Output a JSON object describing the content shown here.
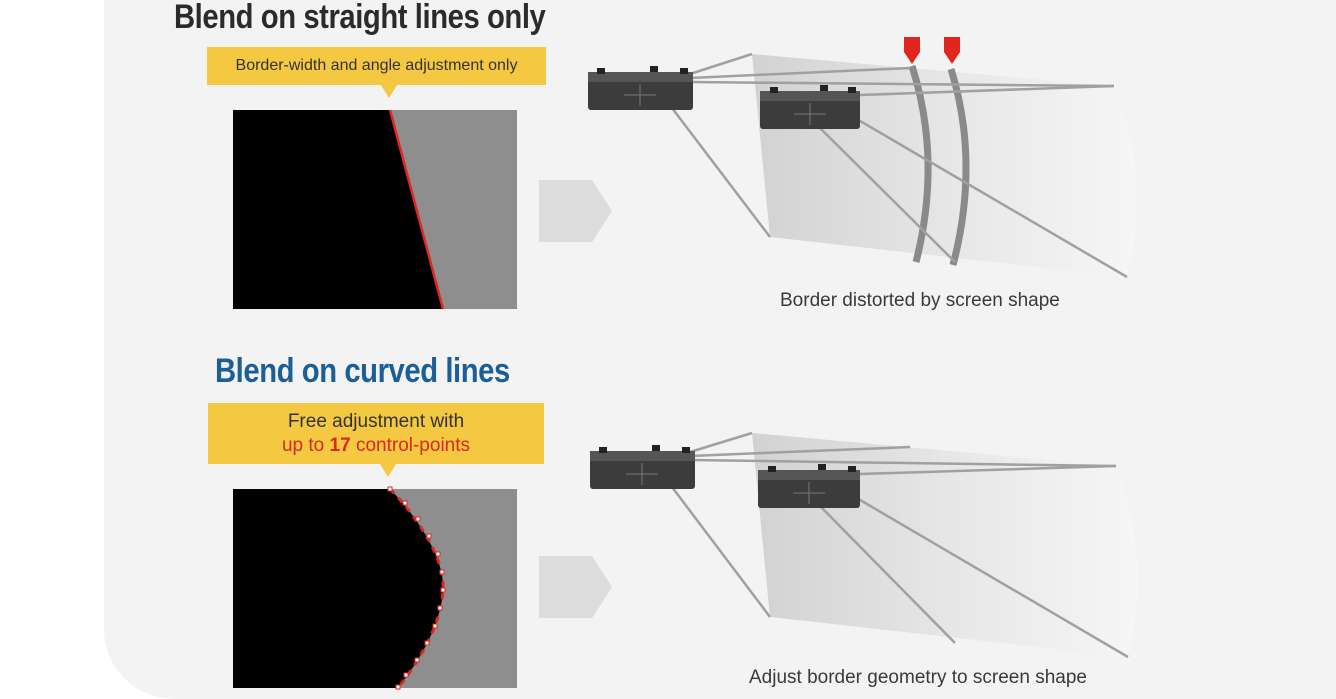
{
  "top": {
    "title": "Blend on straight lines only",
    "callout": "Border-width and angle adjustment only",
    "caption": "Border distorted by screen shape"
  },
  "bottom": {
    "title": "Blend on curved lines",
    "callout_line1": "Free adjustment with",
    "callout_line2_prefix": "up to ",
    "callout_line2_number": "17",
    "callout_line2_suffix": " control-points",
    "caption": "Adjust border geometry to screen shape"
  },
  "colors": {
    "title_dark": "#2b2b2b",
    "title_blue": "#1c5f96",
    "callout_yellow": "#f5c842",
    "accent_red": "#d72a22",
    "blend_gray": "#8c8c8c"
  },
  "icons": [
    "right-arrow-icon",
    "red-down-arrow-icon",
    "projector-icon"
  ]
}
